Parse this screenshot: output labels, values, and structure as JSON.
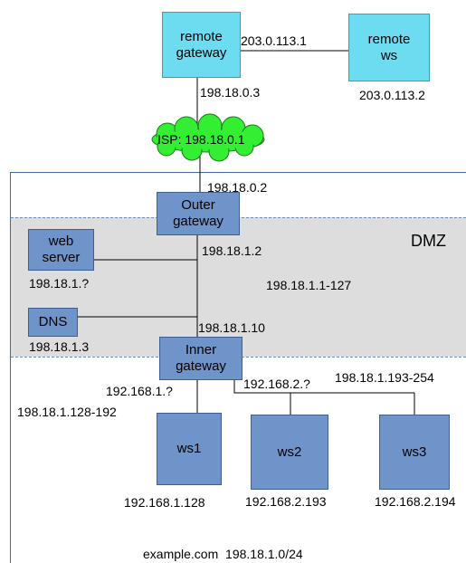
{
  "nodes": {
    "remote_gateway": "remote\ngateway",
    "remote_ws": "remote\nws",
    "isp": "ISP: 198.18.0.1",
    "outer_gateway": "Outer\ngateway",
    "web_server": "web\nserver",
    "dns": "DNS",
    "inner_gateway": "Inner\ngateway",
    "ws1": "ws1",
    "ws2": "ws2",
    "ws3": "ws3"
  },
  "zone": {
    "dmz_label": "DMZ"
  },
  "addresses": {
    "remote_gateway_out": "203.0.113.1",
    "remote_ws": "203.0.113.2",
    "remote_gateway_isp": "198.18.0.3",
    "outer_gateway_up": "198.18.0.2",
    "outer_gateway_dmz": "198.18.1.2",
    "web_server": "198.18.1.?",
    "dmz_range": "198.18.1.1-127",
    "dns": "198.18.1.3",
    "inner_gateway_dmz": "198.18.1.10",
    "inner_gateway_lan1": "192.168.1.?",
    "inner_gateway_lan2": "192.168.2.?",
    "range_lan3": "198.18.1.193-254",
    "range_lan1": "198.18.1.128-192",
    "ws1": "192.168.1.128",
    "ws2": "192.168.2.193",
    "ws3": "192.168.2.194"
  },
  "footer": "example.com  198.18.1.0/24",
  "colors": {
    "remote_box": "#6ddbf0",
    "internal_box": "#6f94c9",
    "cloud": "#33ee33",
    "dmz_band": "#dddddd"
  }
}
